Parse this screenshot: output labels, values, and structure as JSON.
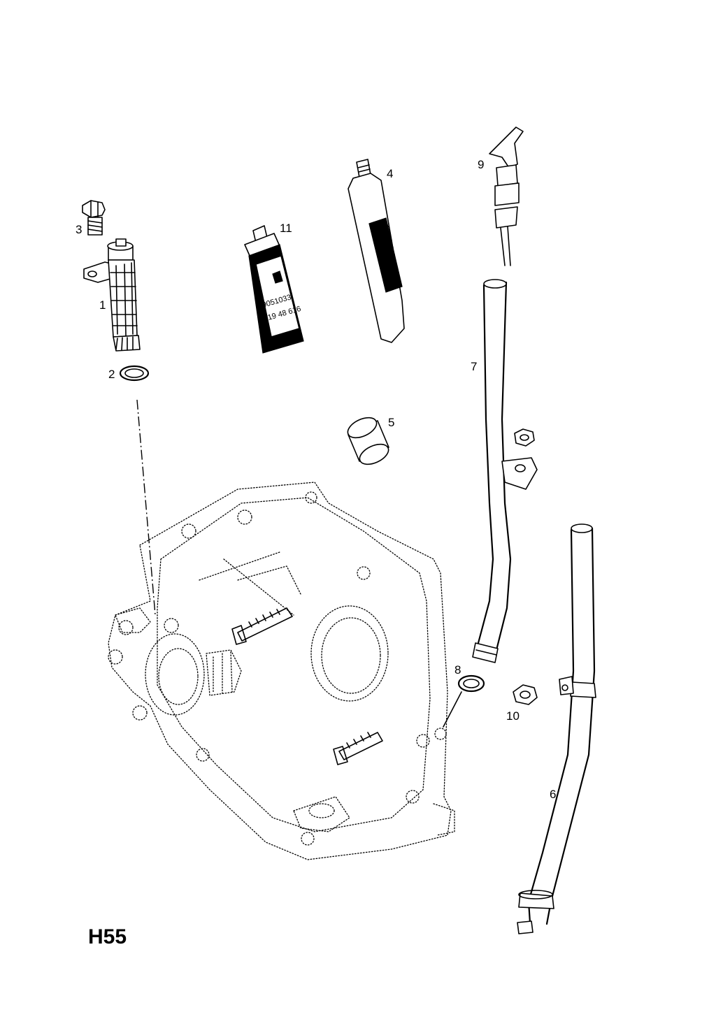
{
  "diagram": {
    "sheet_code": "H55",
    "callouts": [
      {
        "id": "1",
        "label": "1"
      },
      {
        "id": "2",
        "label": "2"
      },
      {
        "id": "3",
        "label": "3"
      },
      {
        "id": "4",
        "label": "4"
      },
      {
        "id": "5",
        "label": "5"
      },
      {
        "id": "6",
        "label": "6"
      },
      {
        "id": "7",
        "label": "7"
      },
      {
        "id": "8",
        "label": "8"
      },
      {
        "id": "9",
        "label": "9"
      },
      {
        "id": "10",
        "label": "10"
      },
      {
        "id": "11",
        "label": "11"
      }
    ],
    "tube_label": {
      "line1": "9051033",
      "line2": "19 48 616"
    }
  }
}
